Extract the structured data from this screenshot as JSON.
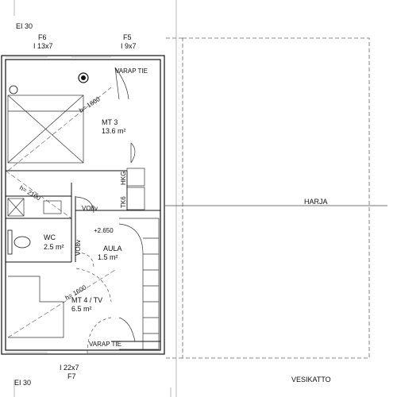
{
  "labels": {
    "ei_top": "EI 30",
    "f6": "F6",
    "f6_dim": "I 13x7",
    "f5": "F5",
    "f5_dim": "I 9x7",
    "varap_top": "VARAP TIE",
    "slope_top": "h= 1600",
    "mt3": "MT 3",
    "mt3_area": "13.6 m²",
    "hkg": "HKG",
    "tk6": "TK6",
    "slope_mid": "h= 2100",
    "vo8v_a": "VO8v",
    "level": "+2.650",
    "wc": "WC",
    "wc_area": "2.5 m²",
    "vo8v_b": "VO8v",
    "aula": "AULA",
    "aula_area": "1.5 m²",
    "slope_bottom": "h= 1600",
    "mt4": "MT 4 / TV",
    "mt4_area": "6.5 m²",
    "varap_bottom": "VARAP TIE",
    "harja": "HARJA",
    "f7_dim": "I 22x7",
    "f7": "F7",
    "ei_bottom": "EI 30",
    "vesikatto": "VESIKATTO"
  }
}
